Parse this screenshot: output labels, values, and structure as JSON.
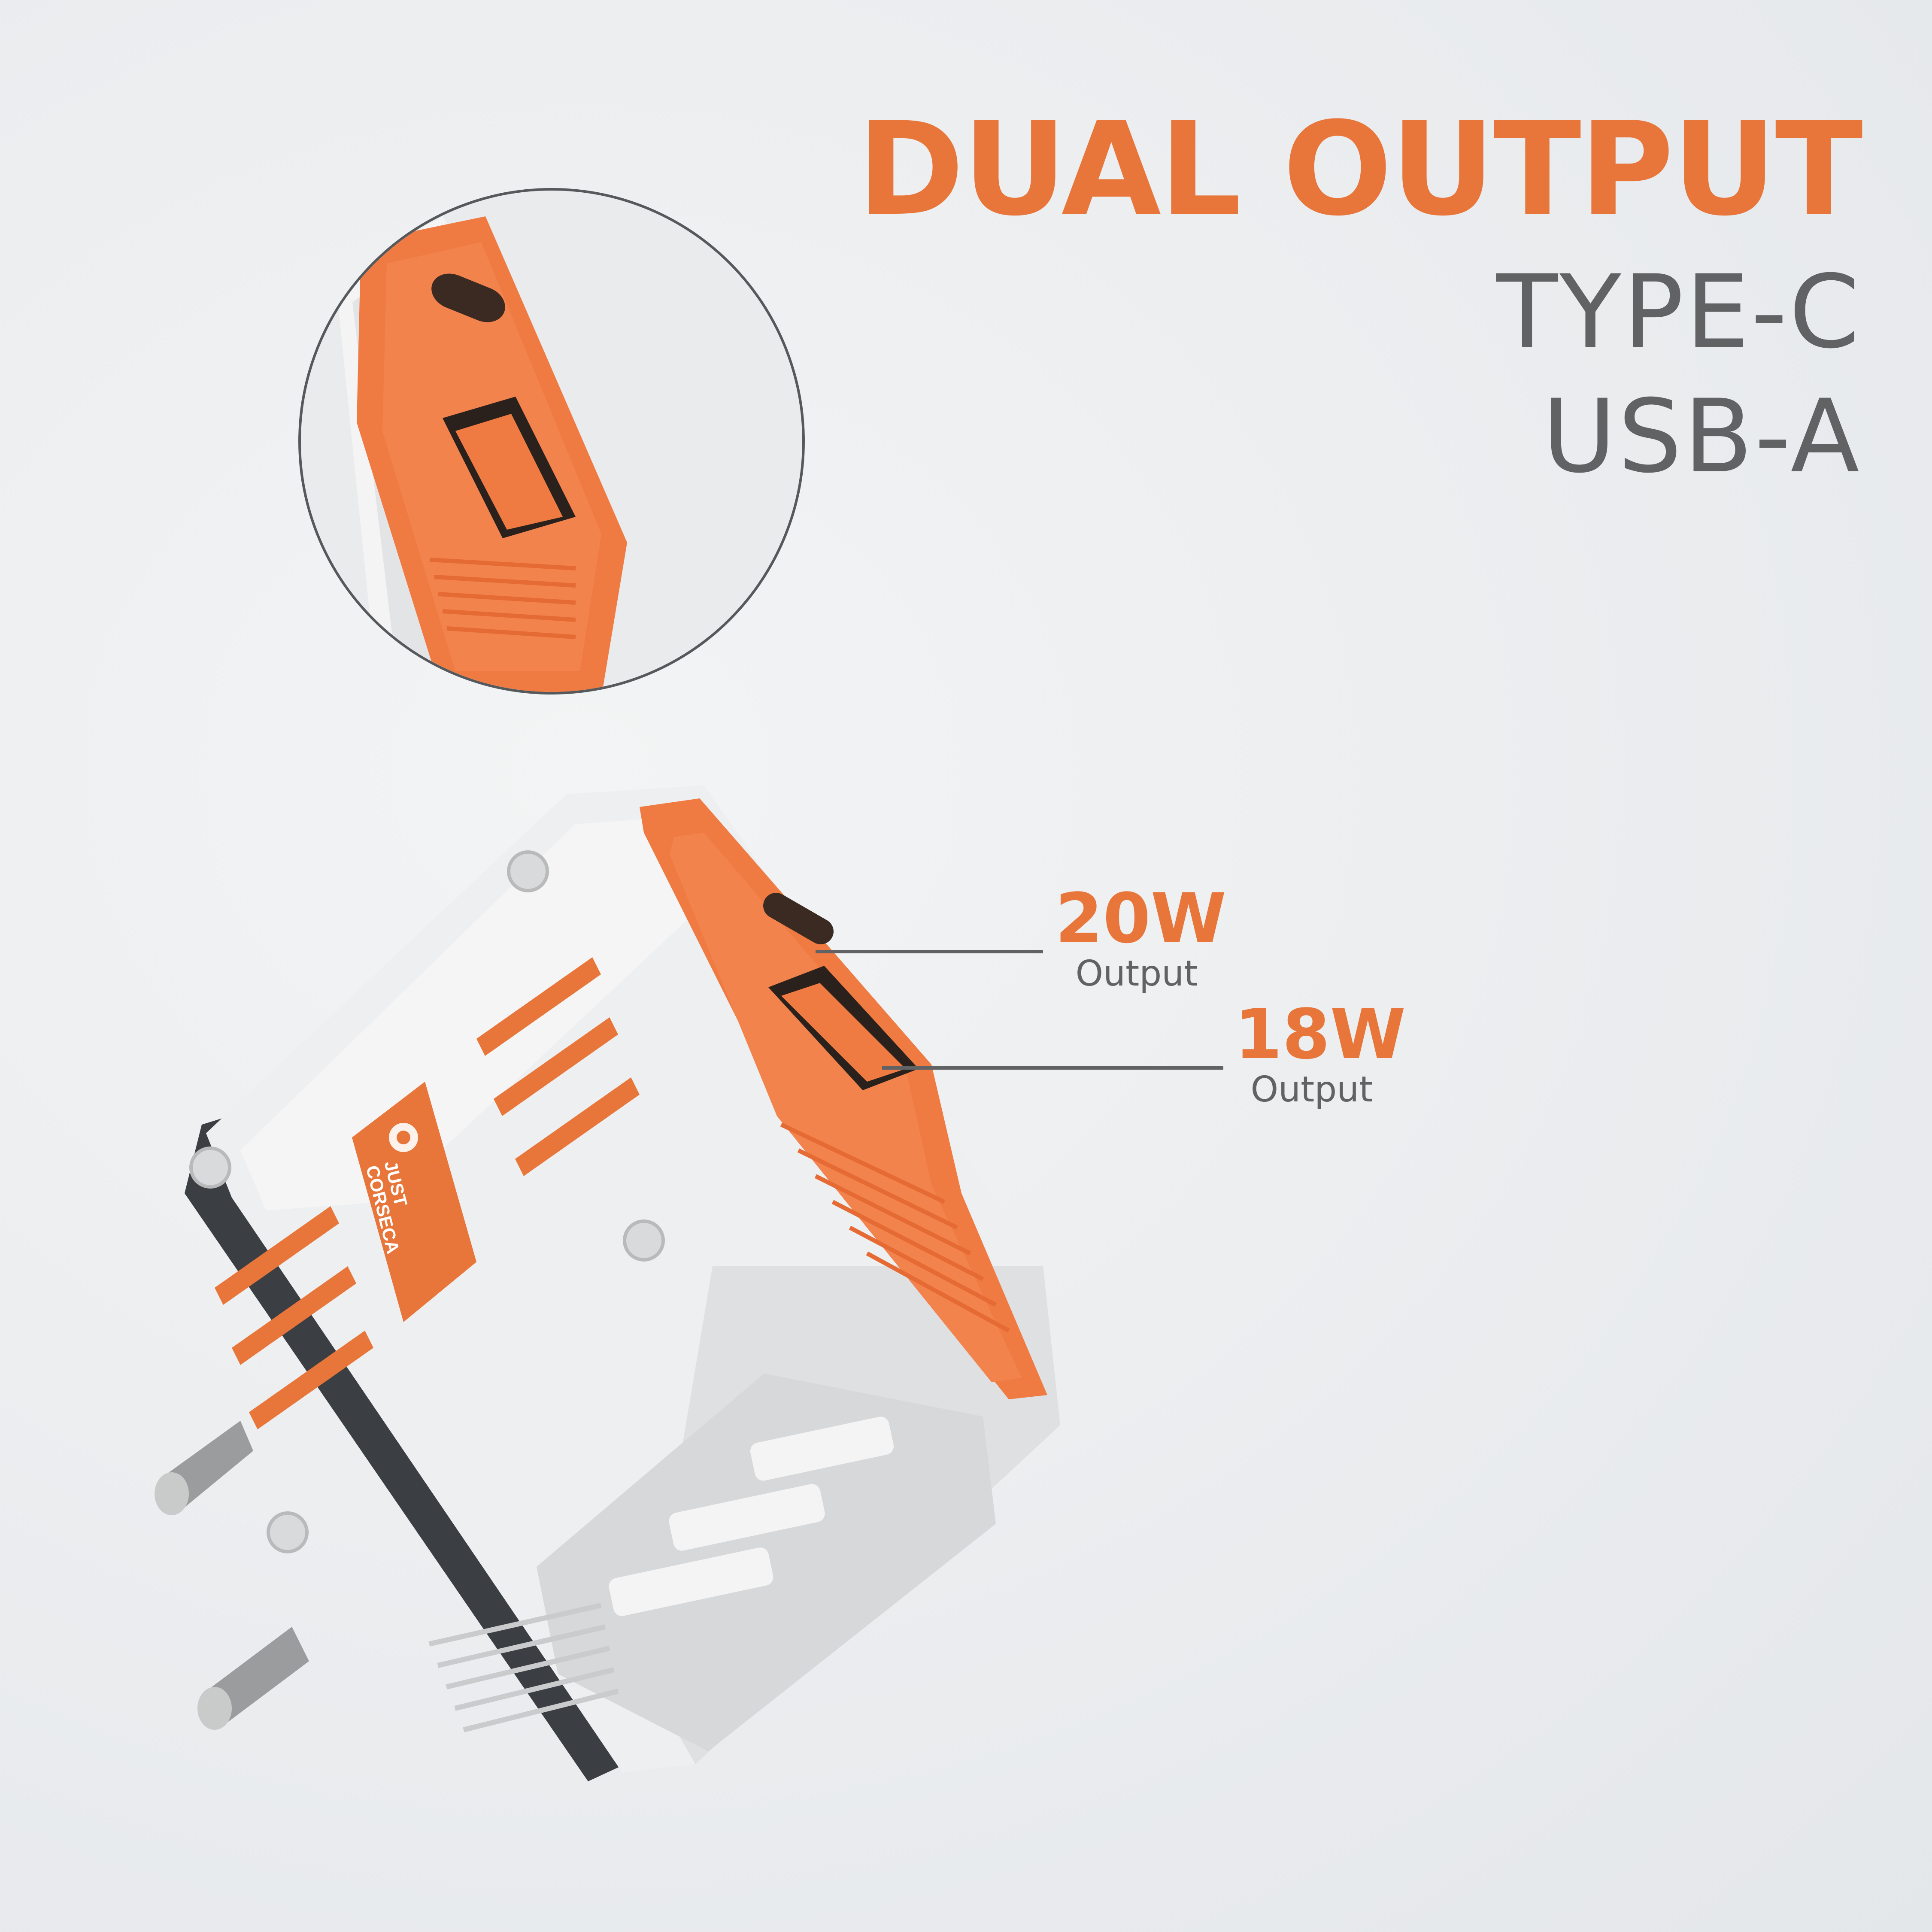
{
  "headline": {
    "title": "DUAL OUTPUT",
    "ports": [
      "TYPE-C",
      "USB-A"
    ]
  },
  "callouts": [
    {
      "watt": "20W",
      "label": "Output",
      "port": "Type-C"
    },
    {
      "watt": "18W",
      "label": "Output",
      "port": "USB-A"
    }
  ],
  "product": {
    "brand_lines": [
      "JUST",
      "CORSECA"
    ]
  },
  "colors": {
    "accent": "#e8763a",
    "body_white": "#f2f2f2",
    "body_shade": "#d4d6d8",
    "plug_dark": "#3b3e42",
    "text_gray": "#606264"
  }
}
